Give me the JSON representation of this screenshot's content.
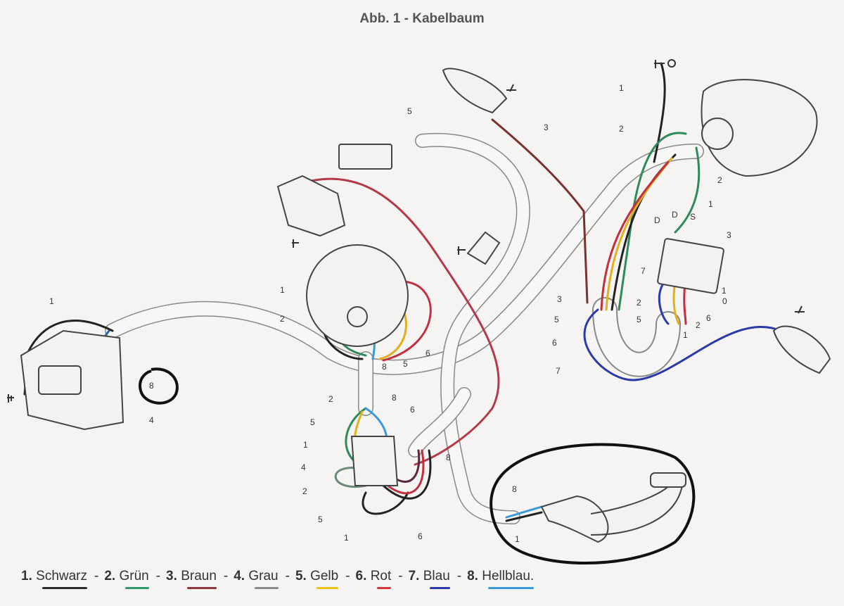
{
  "title": "Abb. 1 - Kabelbaum",
  "legend": [
    {
      "num": "1.",
      "name": "Schwarz",
      "color": "#2a2a2a"
    },
    {
      "num": "2.",
      "name": "Grün",
      "color": "#2e9a6a"
    },
    {
      "num": "3.",
      "name": "Braun",
      "color": "#8a3a3a"
    },
    {
      "num": "4.",
      "name": "Grau",
      "color": "#8a8a8a"
    },
    {
      "num": "5.",
      "name": "Gelb",
      "color": "#f2c21a"
    },
    {
      "num": "6.",
      "name": "Rot",
      "color": "#d23a3a"
    },
    {
      "num": "7.",
      "name": "Blau",
      "color": "#2a3aa8"
    },
    {
      "num": "8.",
      "name": "Hellblau.",
      "color": "#3a9ad8"
    }
  ],
  "separator": "-",
  "callouts": [
    "1",
    "8",
    "4",
    "1",
    "2",
    "8",
    "5",
    "6",
    "2",
    "5",
    "1",
    "8",
    "6",
    "8",
    "4",
    "2",
    "5",
    "1",
    "6",
    "5",
    "3",
    "1",
    "2",
    "2",
    "1",
    "3",
    "D",
    "D",
    "S",
    "7",
    "1",
    "0",
    "3",
    "2",
    "5",
    "5",
    "6",
    "1",
    "2",
    "6",
    "7",
    "8",
    "1"
  ]
}
